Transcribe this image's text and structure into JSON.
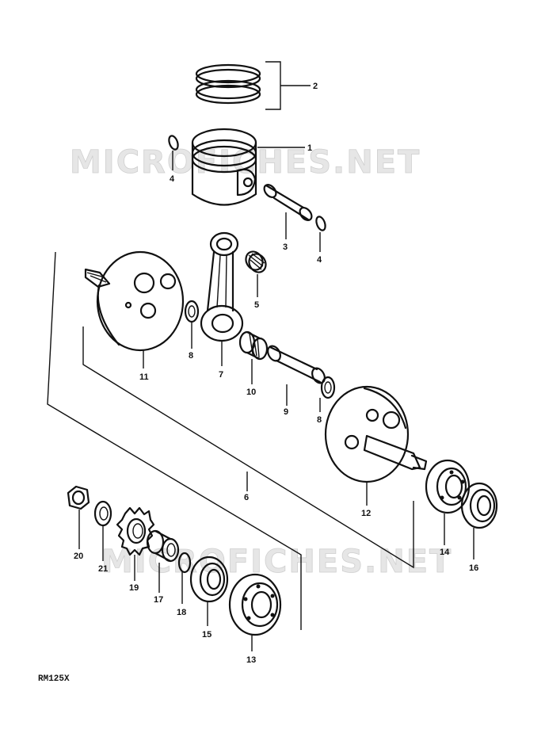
{
  "diagram": {
    "model_code": "RM125X",
    "watermark": "MICROFICHES.NET",
    "callouts": [
      {
        "id": "c1",
        "text": "1"
      },
      {
        "id": "c2",
        "text": "2"
      },
      {
        "id": "c3",
        "text": "3"
      },
      {
        "id": "c4a",
        "text": "4"
      },
      {
        "id": "c4b",
        "text": "4"
      },
      {
        "id": "c5",
        "text": "5"
      },
      {
        "id": "c6",
        "text": "6"
      },
      {
        "id": "c7",
        "text": "7"
      },
      {
        "id": "c8a",
        "text": "8"
      },
      {
        "id": "c8b",
        "text": "8"
      },
      {
        "id": "c9",
        "text": "9"
      },
      {
        "id": "c10",
        "text": "10"
      },
      {
        "id": "c11",
        "text": "11"
      },
      {
        "id": "c12",
        "text": "12"
      },
      {
        "id": "c13",
        "text": "13"
      },
      {
        "id": "c14",
        "text": "14"
      },
      {
        "id": "c15",
        "text": "15"
      },
      {
        "id": "c16",
        "text": "16"
      },
      {
        "id": "c17",
        "text": "17"
      },
      {
        "id": "c18",
        "text": "18"
      },
      {
        "id": "c19",
        "text": "19"
      },
      {
        "id": "c20",
        "text": "20"
      },
      {
        "id": "c21",
        "text": "21"
      }
    ]
  }
}
